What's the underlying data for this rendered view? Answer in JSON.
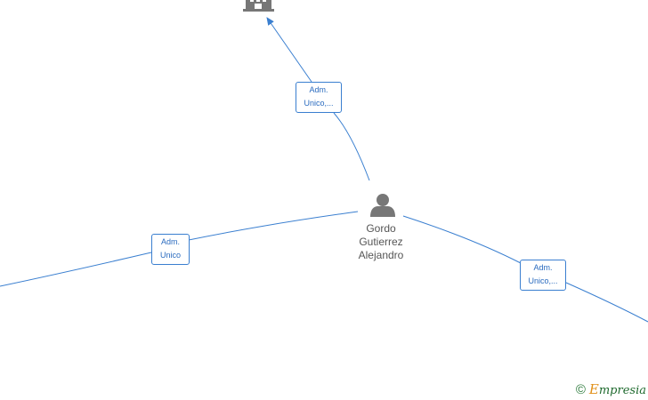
{
  "person": {
    "name_lines": [
      "Gordo",
      "Gutierrez",
      "Alejandro"
    ]
  },
  "edges": {
    "top": {
      "label_lines": [
        "Adm.",
        "Unico,..."
      ]
    },
    "left": {
      "label_lines": [
        "Adm.",
        "Unico"
      ]
    },
    "right": {
      "label_lines": [
        "Adm.",
        "Unico,..."
      ]
    }
  },
  "footer": {
    "copyright_symbol": "©",
    "brand_first": "E",
    "brand_rest": "mpresia"
  },
  "colors": {
    "edge": "#3a7fd0",
    "label_text": "#2a6bbf",
    "node_icon": "#777777",
    "brand_green": "#1f6a2e",
    "brand_orange": "#e0901a"
  },
  "icons": {
    "company": "building-icon",
    "person": "person-icon"
  }
}
